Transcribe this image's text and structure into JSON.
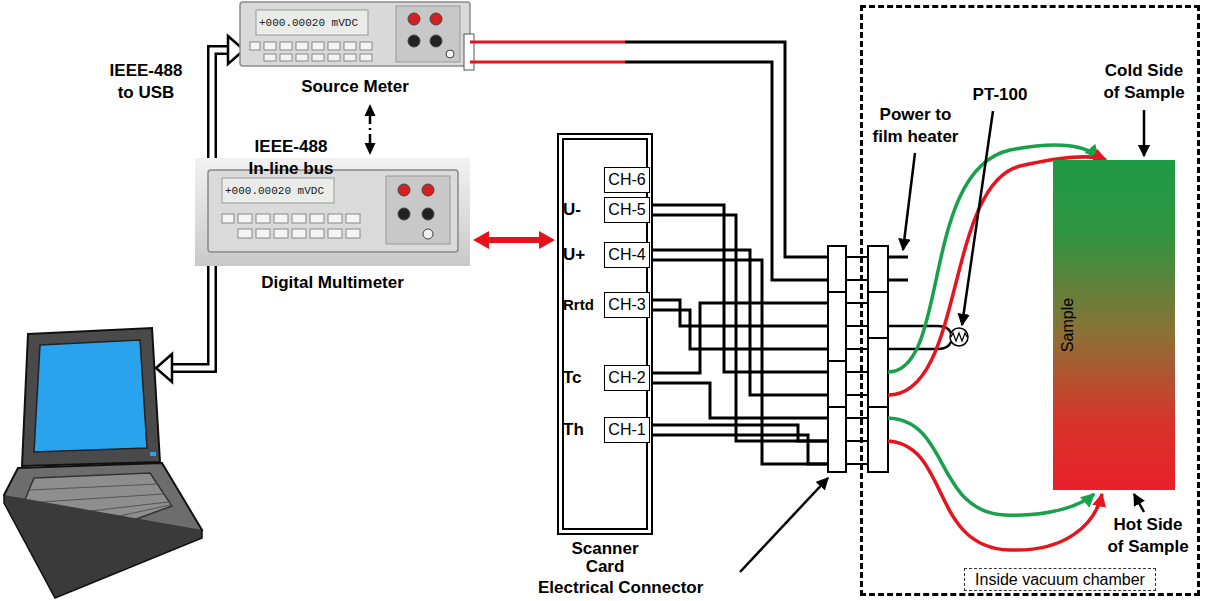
{
  "diagram": {
    "nodes": [
      {
        "text": [
          "Source Meter"
        ]
      },
      {
        "text": [
          "Digital Multimeter"
        ]
      },
      {
        "text": [
          "Scanner Card"
        ]
      },
      {
        "text": [
          "CH-6"
        ],
        "in": 2
      },
      {
        "text": [
          "CH-5"
        ],
        "in": 2
      },
      {
        "text": [
          "CH-4"
        ],
        "in": 2
      },
      {
        "text": [
          "CH-3"
        ],
        "in": 2
      },
      {
        "text": [
          "CH-2"
        ],
        "in": 2
      },
      {
        "text": [
          "CH-1"
        ],
        "in": 2
      },
      {
        "text": [
          "Inside vacuum chamber"
        ]
      },
      {
        "text": [
          "Sample"
        ],
        "in": 9
      }
    ],
    "edges": [
      {
        "from": 0,
        "to": 1,
        "arrow": "both",
        "label": "IEEE-488 In-line bus"
      },
      {
        "from": 1,
        "to": 2,
        "arrow": "both"
      }
    ],
    "labels": [
      "+000.00020 mVDC",
      "+000.00020 mVDC",
      "IEEE-488 to USB",
      "U-",
      "U+",
      "Rrtd",
      "Tc",
      "Th",
      "Electrical Connector",
      "Power to film heater",
      "PT-100",
      "Cold Side of Sample",
      "Hot Side of Sample"
    ]
  }
}
